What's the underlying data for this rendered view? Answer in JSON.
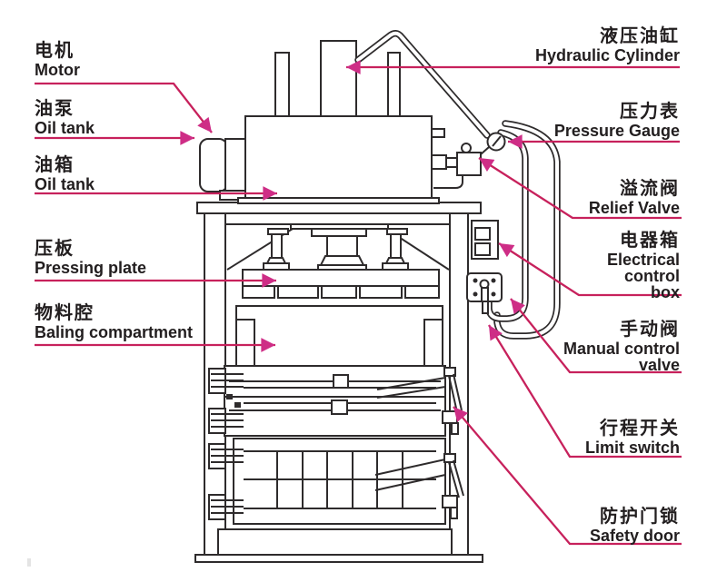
{
  "diagram": {
    "subject": "Vertical hydraulic baling press",
    "kind": "labeled parts diagram"
  },
  "colors": {
    "background": "#ffffff",
    "line": "#2e2b2c",
    "arrow_line": "#c7215c",
    "arrow_head": "#ce2d86",
    "text": "#221e1f"
  },
  "labels": {
    "left": [
      {
        "id": "motor",
        "zh": "电机",
        "en": "Motor"
      },
      {
        "id": "oil-pump",
        "zh": "油泵",
        "en": "Oil tank"
      },
      {
        "id": "oil-tank",
        "zh": "油箱",
        "en": "Oil tank"
      },
      {
        "id": "pressing-plate",
        "zh": "压板",
        "en": "Pressing plate"
      },
      {
        "id": "baling-compartment",
        "zh": "物料腔",
        "en": "Baling compartment"
      }
    ],
    "right": [
      {
        "id": "hydraulic-cylinder",
        "zh": "液压油缸",
        "en": "Hydraulic Cylinder"
      },
      {
        "id": "pressure-gauge",
        "zh": "压力表",
        "en": "Pressure Gauge"
      },
      {
        "id": "relief-valve",
        "zh": "溢流阀",
        "en": "Relief Valve"
      },
      {
        "id": "electrical-control-box",
        "zh": "电器箱",
        "en": "Electrical\ncontrol\nbox"
      },
      {
        "id": "manual-control-valve",
        "zh": "手动阀",
        "en": "Manual control\nvalve"
      },
      {
        "id": "limit-switch",
        "zh": "行程开关",
        "en": "Limit switch"
      },
      {
        "id": "safety-door",
        "zh": "防护门锁",
        "en": "Safety door"
      }
    ]
  }
}
